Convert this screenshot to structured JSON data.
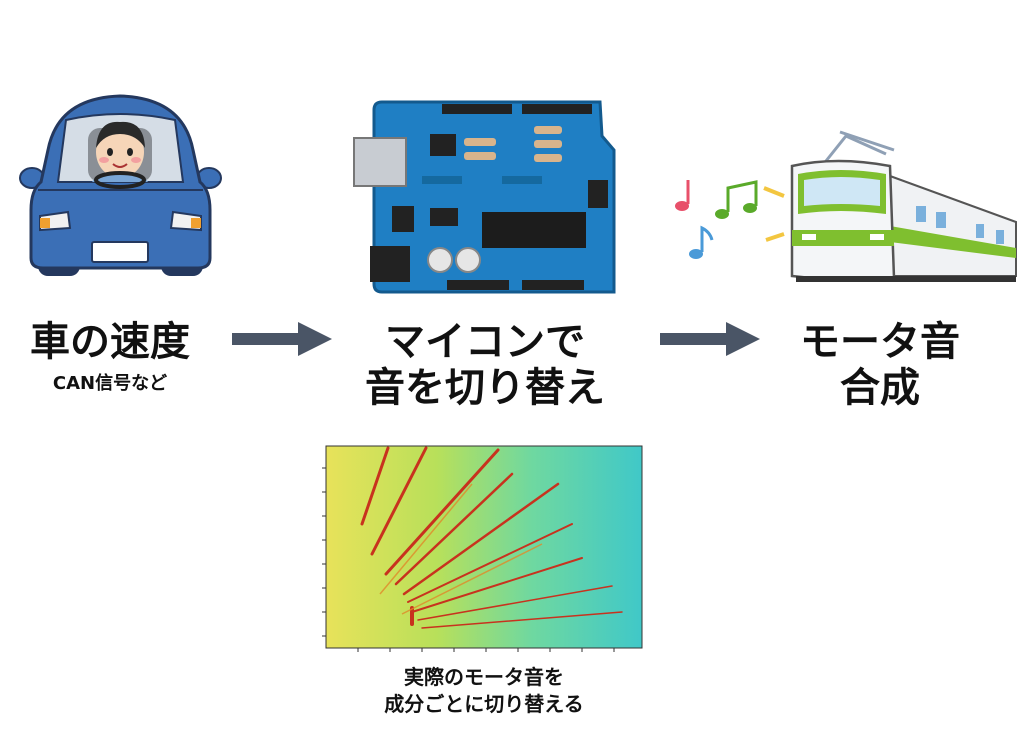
{
  "steps": [
    {
      "title": "車の速度",
      "subtitle": "CAN信号など"
    },
    {
      "title_line1": "マイコンで",
      "title_line2": "音を切り替え"
    },
    {
      "title_line1": "モータ音",
      "title_line2": "合成"
    }
  ],
  "spectrogram": {
    "caption_line1": "実際のモータ音を",
    "caption_line2": "成分ごとに切り替える"
  },
  "colors": {
    "car_body": "#3b6fb6",
    "board": "#1f7fc4",
    "arrow": "#4a5566",
    "train_green": "#7fbf2f",
    "note_red": "#e8506a",
    "note_green": "#5aaa2a",
    "note_blue": "#4a9ad8"
  },
  "icons": [
    "car-driver-icon",
    "microcontroller-board-icon",
    "train-icon",
    "music-notes-icon",
    "spectrogram-image"
  ]
}
